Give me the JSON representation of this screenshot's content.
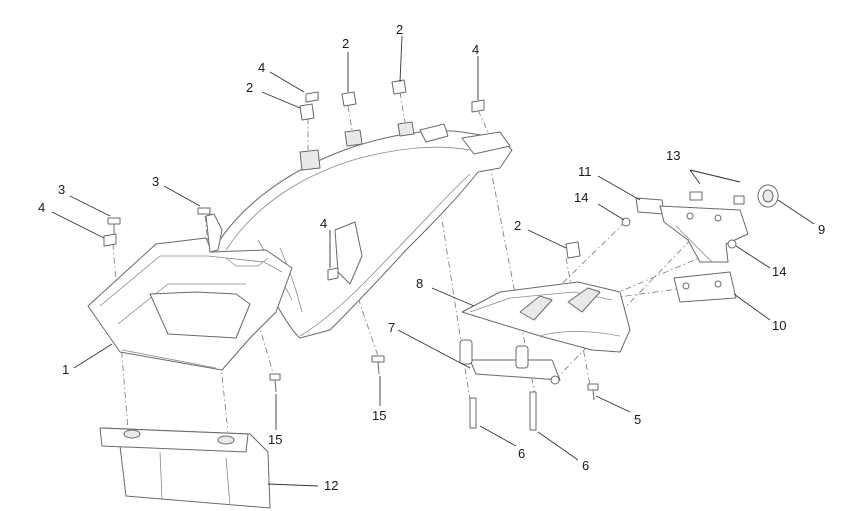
{
  "callouts": [
    {
      "id": "c1",
      "text": "1"
    },
    {
      "id": "c2a",
      "text": "2"
    },
    {
      "id": "c2b",
      "text": "2"
    },
    {
      "id": "c2c",
      "text": "2"
    },
    {
      "id": "c2d",
      "text": "2"
    },
    {
      "id": "c3a",
      "text": "3"
    },
    {
      "id": "c3b",
      "text": "3"
    },
    {
      "id": "c4a",
      "text": "4"
    },
    {
      "id": "c4b",
      "text": "4"
    },
    {
      "id": "c4c",
      "text": "4"
    },
    {
      "id": "c4d",
      "text": "4"
    },
    {
      "id": "c5",
      "text": "5"
    },
    {
      "id": "c6a",
      "text": "6"
    },
    {
      "id": "c6b",
      "text": "6"
    },
    {
      "id": "c7",
      "text": "7"
    },
    {
      "id": "c8",
      "text": "8"
    },
    {
      "id": "c9",
      "text": "9"
    },
    {
      "id": "c10",
      "text": "10"
    },
    {
      "id": "c11",
      "text": "11"
    },
    {
      "id": "c12",
      "text": "12"
    },
    {
      "id": "c13",
      "text": "13"
    },
    {
      "id": "c14a",
      "text": "14"
    },
    {
      "id": "c14b",
      "text": "14"
    },
    {
      "id": "c15a",
      "text": "15"
    },
    {
      "id": "c15b",
      "text": "15"
    }
  ]
}
